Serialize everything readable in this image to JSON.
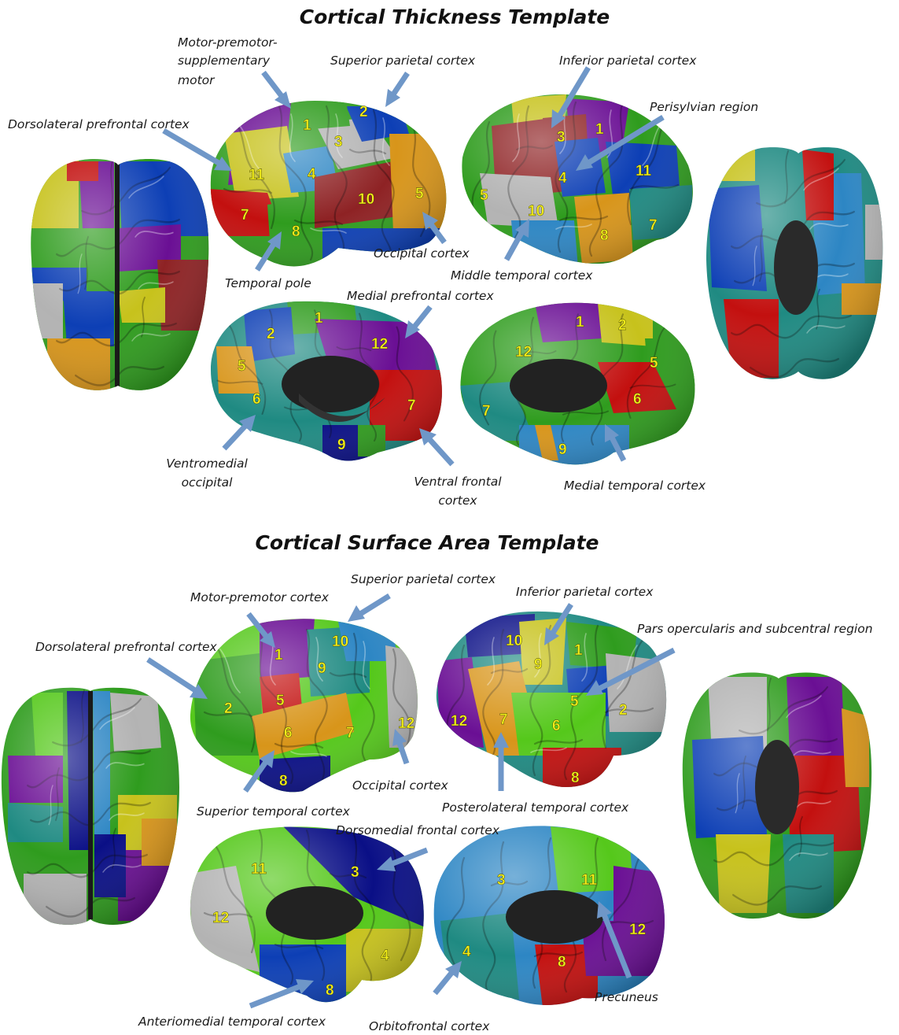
{
  "panels": [
    {
      "title": "Cortical Thickness Template",
      "labels": [
        "Motor-premotor-",
        "supplementary",
        "motor",
        "Superior parietal cortex",
        "Inferior parietal cortex",
        "Perisylvian region",
        "Dorsolateral prefrontal cortex",
        "Occipital cortex",
        "Temporal pole",
        "Middle temporal cortex",
        "Medial prefrontal cortex",
        "Ventromedial",
        "occipital",
        "Ventral frontal",
        "cortex",
        "Medial temporal cortex"
      ],
      "region_numbers": {
        "lateral_left": [
          "1",
          "2",
          "3",
          "4",
          "5",
          "7",
          "8",
          "10",
          "11"
        ],
        "lateral_right": [
          "1",
          "3",
          "4",
          "5",
          "7",
          "8",
          "10",
          "11"
        ],
        "medial_left": [
          "1",
          "2",
          "5",
          "6",
          "7",
          "9",
          "12"
        ],
        "medial_right": [
          "1",
          "2",
          "5",
          "6",
          "7",
          "9",
          "12"
        ]
      }
    },
    {
      "title": "Cortical Surface Area Template",
      "labels": [
        "Superior parietal cortex",
        "Motor-premotor cortex",
        "Inferior parietal cortex",
        "Dorsolateral prefrontal cortex",
        "Pars opercularis and subcentral region",
        "Occipital cortex",
        "Superior temporal cortex",
        "Posterolateral temporal cortex",
        "Dorsomedial frontal cortex",
        "Anteriomedial temporal cortex",
        "Orbitofrontal cortex",
        "Precuneus"
      ],
      "region_numbers": {
        "lateral_left": [
          "1",
          "2",
          "5",
          "6",
          "7",
          "8",
          "9",
          "10",
          "12"
        ],
        "lateral_right": [
          "1",
          "2",
          "5",
          "6",
          "7",
          "8",
          "9",
          "10",
          "12"
        ],
        "medial_left": [
          "3",
          "4",
          "8",
          "11",
          "12"
        ],
        "medial_right": [
          "3",
          "4",
          "8",
          "11",
          "12"
        ]
      }
    }
  ],
  "colors": {
    "purple": "#6a0f94",
    "green": "#2f9c1e",
    "lime": "#55c81b",
    "yellow": "#c7c21c",
    "olive": "#9a9a10",
    "red": "#c3100f",
    "darkred": "#8e2224",
    "blue": "#0d3fb5",
    "navy": "#0a0f86",
    "lightblue": "#2d86c4",
    "teal": "#1f8a82",
    "orange": "#d8951a",
    "gray": "#b3b3b3",
    "black": "#222222",
    "arrow": "#6f97c8",
    "number": "#f4f01a"
  }
}
